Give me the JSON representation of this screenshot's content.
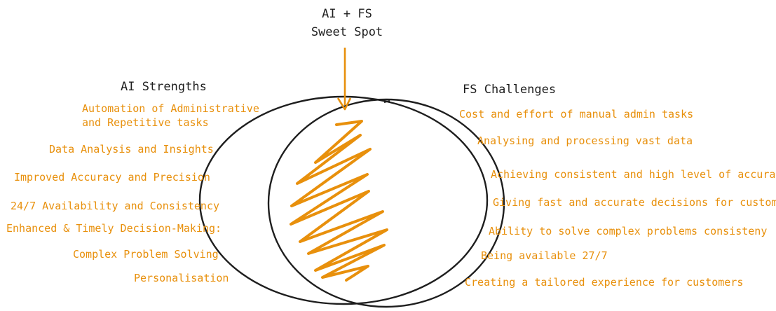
{
  "colors": {
    "accent": "#e8900c",
    "ink": "#1e1e1e",
    "background": "#ffffff"
  },
  "sweet_spot": {
    "line1": "AI + FS",
    "line2": "Sweet Spot"
  },
  "ai_strengths": {
    "title": "AI Strengths",
    "items": [
      "Automation of Administrative",
      "and Repetitive tasks",
      "Data Analysis and Insights",
      "Improved Accuracy and Precision",
      "24/7 Availability and Consistency",
      "Enhanced & Timely Decision-Making:",
      "Complex Problem Solving",
      "Personalisation"
    ]
  },
  "fs_challenges": {
    "title": "FS Challenges",
    "items": [
      "Cost and effort of manual admin tasks",
      "Analysing and processing vast data",
      "Achieving consistent and high level of accuracy",
      "Giving fast and accurate decisions for customers",
      "Ability to solve complex problems consisteny",
      "Being available 27/7",
      "Creating a tailored experience for customers"
    ]
  }
}
